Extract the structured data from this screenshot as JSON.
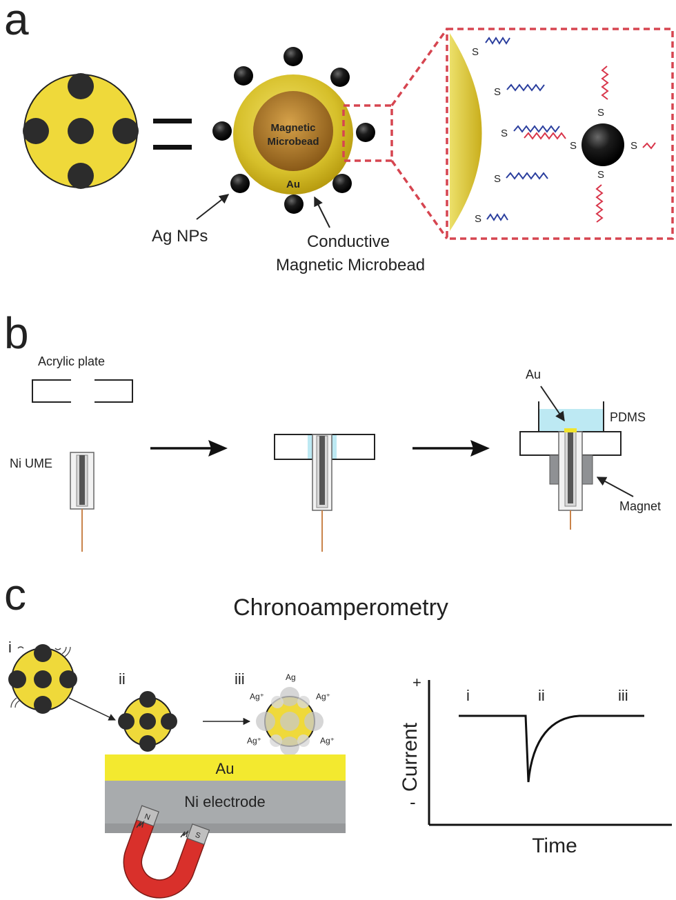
{
  "panels": {
    "a": {
      "letter": "a",
      "bead_label_line1": "Magnetic",
      "bead_label_line2": "Microbead",
      "shell_label": "Au",
      "np_label": "Ag NPs",
      "bead_caption_line1": "Conductive",
      "bead_caption_line2": "Magnetic Microbead",
      "sulfur_label": "S"
    },
    "b": {
      "letter": "b",
      "acrylic_label": "Acrylic plate",
      "electrode_label": "Ni UME",
      "au_label": "Au",
      "pdms_label": "PDMS",
      "magnet_label": "Magnet"
    },
    "c": {
      "letter": "c",
      "title": "Chronoamperometry",
      "stage_i": "i",
      "stage_ii": "ii",
      "stage_iii": "iii",
      "ion_label": "Ag",
      "ion_label_plus": "Ag⁺",
      "au_layer": "Au",
      "ni_layer": "Ni electrode",
      "magnet_n": "N",
      "magnet_s": "S",
      "graph": {
        "ylabel": "Current",
        "xlabel": "Time",
        "plus": "+",
        "minus": "-",
        "region_i": "i",
        "region_ii": "ii",
        "region_iii": "iii"
      }
    }
  },
  "colors": {
    "gold": "#e8d23a",
    "gold_dark": "#b99a12",
    "core": "#b07a2a",
    "np": "#2c2c2c",
    "red_dash": "#d64550",
    "blue_chain": "#2b3f9e",
    "red_chain": "#d8354a",
    "gray_electrode": "#a8abad",
    "magnet_red": "#d9302b",
    "pdms": "#bde9f3"
  }
}
